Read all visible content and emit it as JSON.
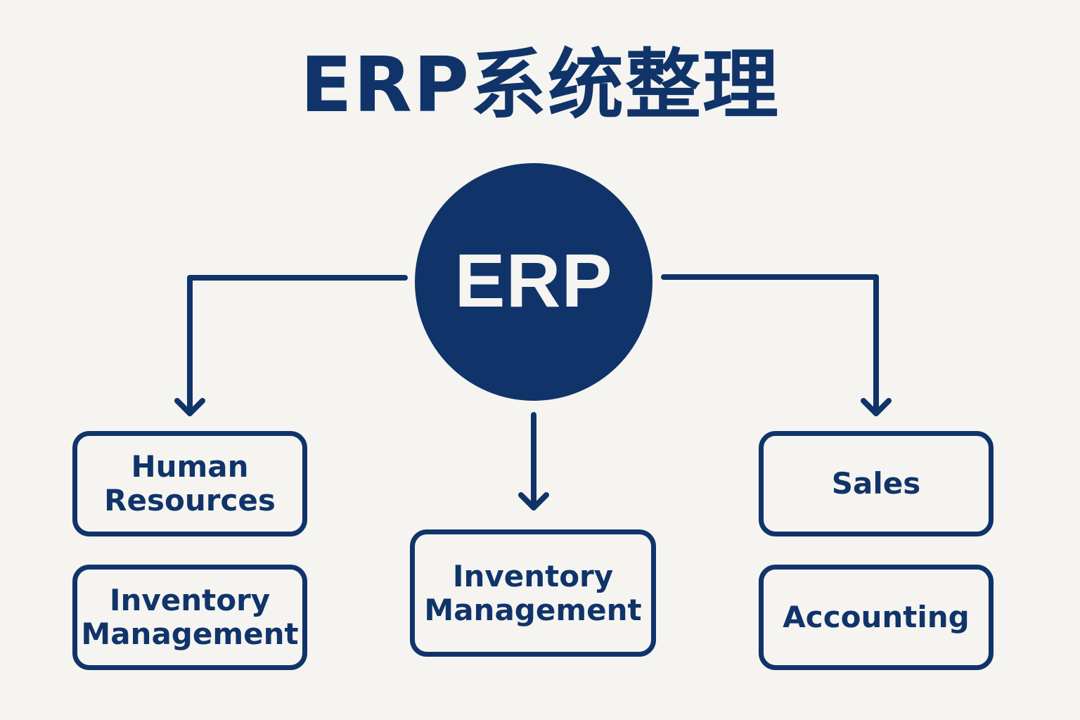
{
  "title": "ERP系统整理",
  "hub": {
    "label": "ERP"
  },
  "colors": {
    "primary": "#10346a",
    "background": "#f5f4f0"
  },
  "nodes": {
    "human_resources": {
      "line1": "Human",
      "line2": "Resources"
    },
    "inventory_left": {
      "line1": "Inventory",
      "line2": "Management"
    },
    "inventory_center": {
      "line1": "Inventory",
      "line2": "Management"
    },
    "sales": {
      "line1": "Sales"
    },
    "accounting": {
      "line1": "Accounting"
    }
  },
  "edges": [
    {
      "from": "ERP",
      "to": "Human Resources"
    },
    {
      "from": "ERP",
      "to": "Inventory Management (center)"
    },
    {
      "from": "ERP",
      "to": "Sales"
    }
  ]
}
